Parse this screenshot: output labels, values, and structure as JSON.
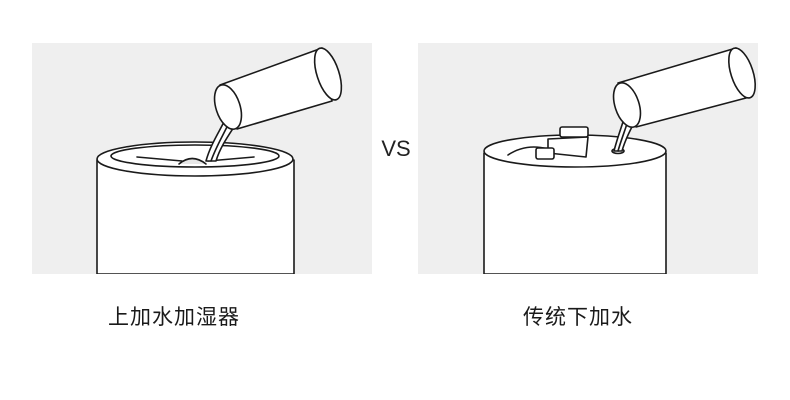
{
  "comparison": {
    "left_caption": "上加水加湿器",
    "separator": "VS",
    "right_caption": "传统下加水"
  },
  "colors": {
    "panel_background": "#efefef",
    "line_art": "#1a1a1a",
    "fill": "#ffffff"
  }
}
